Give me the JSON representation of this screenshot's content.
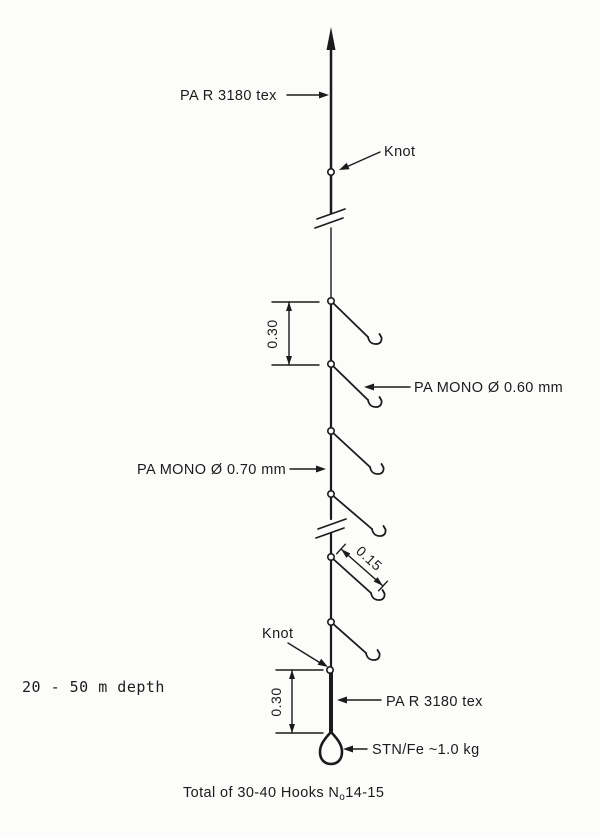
{
  "colors": {
    "ink": "#1b1b1b",
    "paper": "#fcfcfb"
  },
  "labels": {
    "mainline_material_top": "PA R 3180 tex",
    "knot_top": "Knot",
    "hook_spacing_dim": "0.30",
    "snood_material": "PA MONO Ø 0.60 mm",
    "mainline_material_mid": "PA MONO Ø 0.70 mm",
    "snood_length_dim": "0.15",
    "knot_bottom": "Knot",
    "depth_note": "20 - 50 m depth",
    "sinker_line_dim": "0.30",
    "sinker_line_material": "PA R 3180 tex",
    "sinker_label": "STN/Fe ~1.0 kg",
    "caption": {
      "prefix": "Total of 30-40 Hooks N",
      "sub": "o",
      "suffix": "14-15"
    }
  }
}
